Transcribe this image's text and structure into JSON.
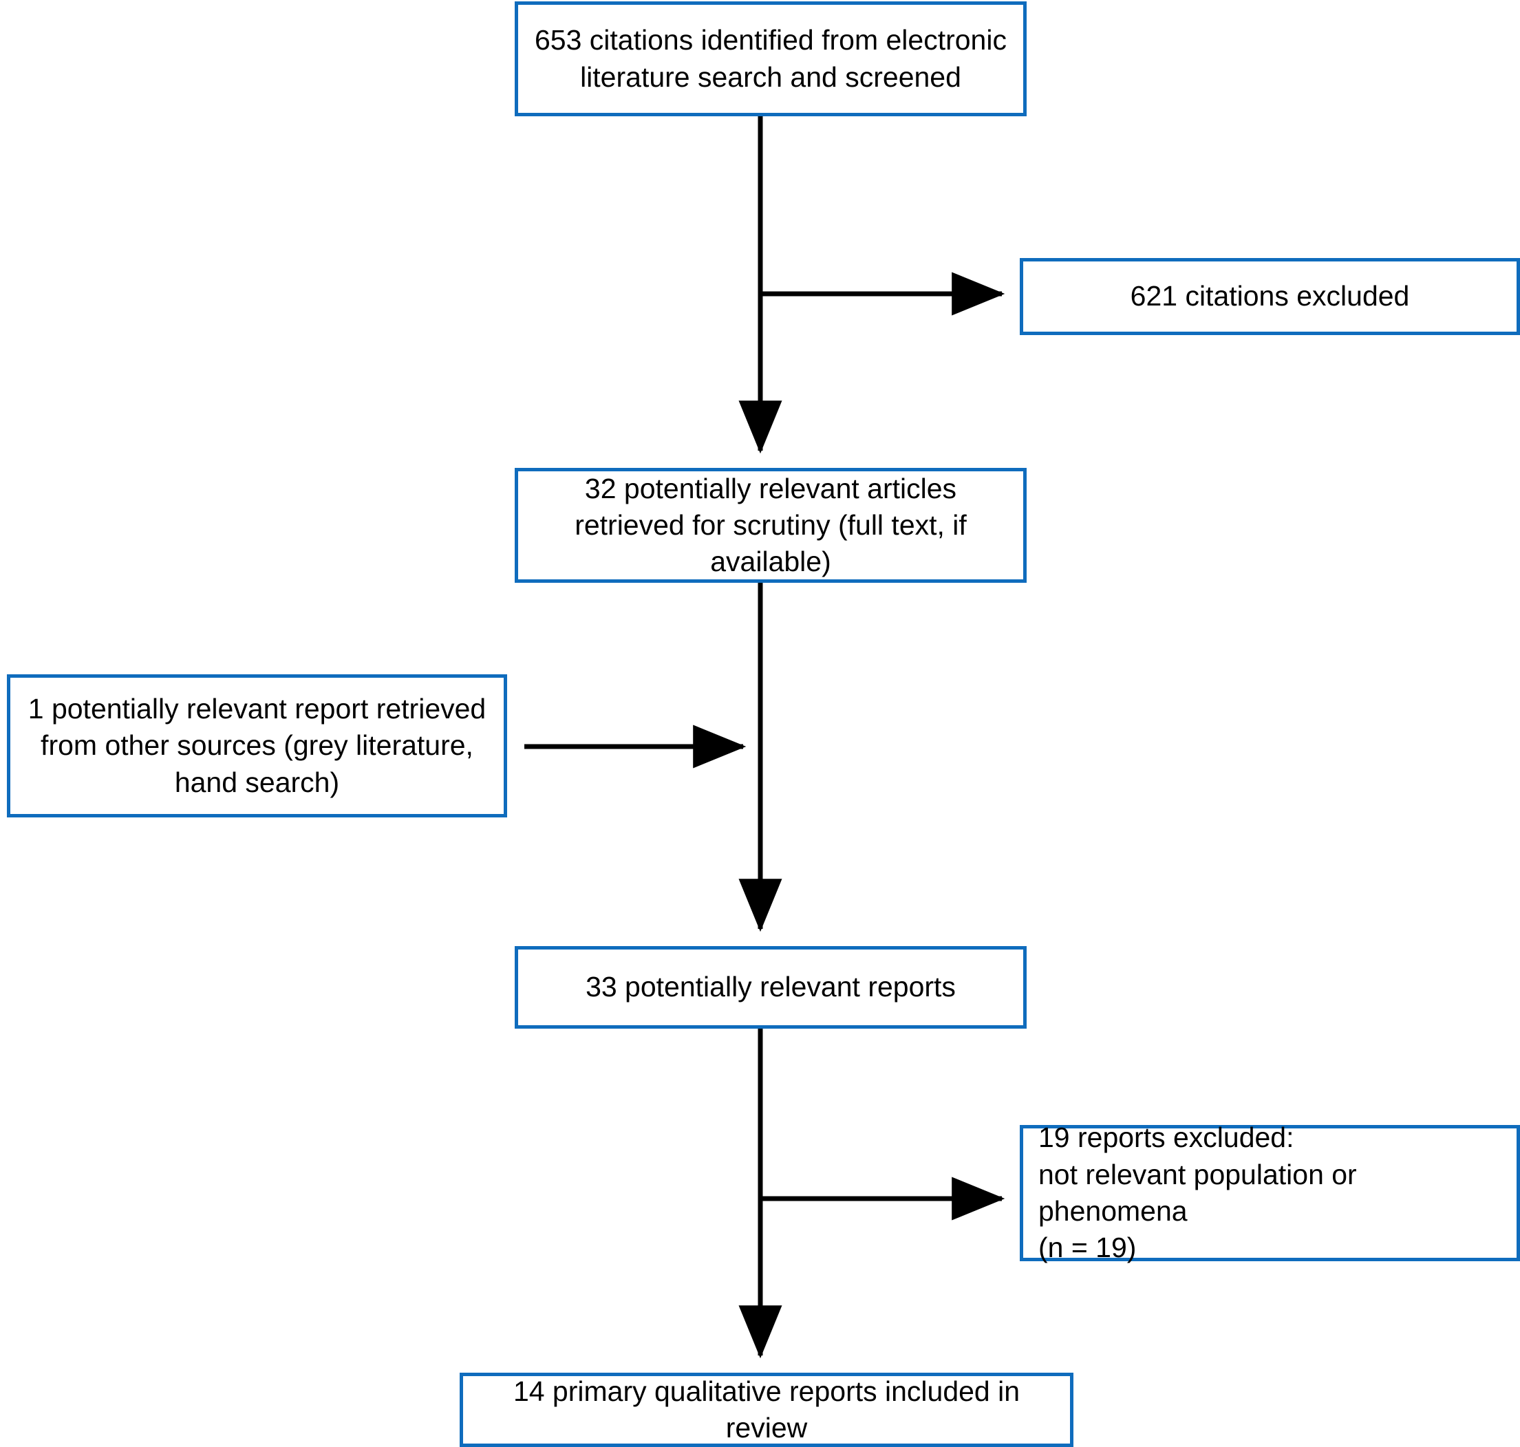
{
  "diagram": {
    "title": "Study selection flow diagram",
    "type": "prisma-flow-chart",
    "colors": {
      "box_border": "#0F6CBD",
      "box_fill": "#FFFFFF",
      "connector": "#000000",
      "text": "#000000"
    },
    "nodes": [
      {
        "id": "identified",
        "text": "653 citations identified from electronic literature search and screened",
        "count": 653,
        "align": "center"
      },
      {
        "id": "citations_excluded",
        "text": "621 citations excluded",
        "count": 621,
        "align": "center"
      },
      {
        "id": "retrieved",
        "text": "32 potentially relevant articles retrieved for scrutiny (full text, if available)",
        "count": 32,
        "align": "center"
      },
      {
        "id": "other_sources",
        "text": "1 potentially relevant report retrieved from other sources (grey literature, hand search)",
        "count": 1,
        "align": "center"
      },
      {
        "id": "relevant_reports",
        "text": "33 potentially relevant reports",
        "count": 33,
        "align": "center"
      },
      {
        "id": "reports_excluded",
        "text": "19 reports excluded:\nnot relevant population or phenomena\n(n = 19)",
        "count": 19,
        "align": "left"
      },
      {
        "id": "included",
        "text": "14 primary qualitative reports included in review",
        "count": 14,
        "align": "center"
      }
    ],
    "connectors": [
      {
        "id": "identified-to-retrieved",
        "from": "identified",
        "to": "retrieved",
        "direction": "down",
        "arrowhead": true
      },
      {
        "id": "identified-to-citations-excluded",
        "from": "identified",
        "to": "citations_excluded",
        "direction": "right",
        "arrowhead": true
      },
      {
        "id": "retrieved-to-relevant",
        "from": "retrieved",
        "to": "relevant_reports",
        "direction": "down",
        "arrowhead": true
      },
      {
        "id": "other-sources-to-trunk",
        "from": "other_sources",
        "to": "relevant_reports",
        "direction": "right",
        "arrowhead": true
      },
      {
        "id": "relevant-to-included",
        "from": "relevant_reports",
        "to": "included",
        "direction": "down",
        "arrowhead": true
      },
      {
        "id": "relevant-to-reports-excluded",
        "from": "relevant_reports",
        "to": "reports_excluded",
        "direction": "right",
        "arrowhead": true
      }
    ]
  }
}
